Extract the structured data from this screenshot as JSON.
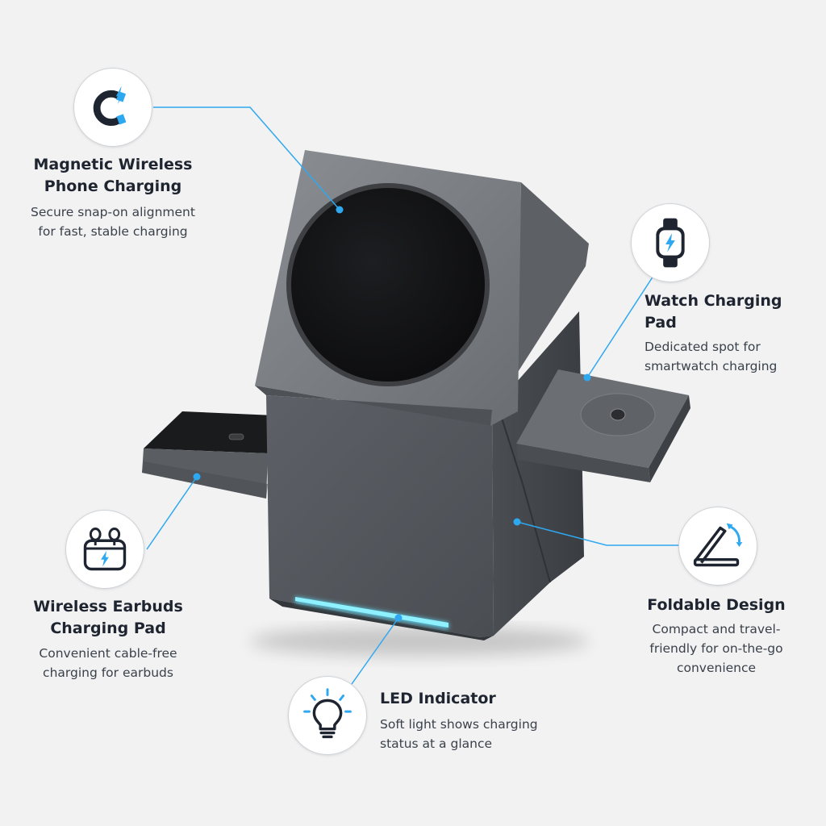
{
  "colors": {
    "background": "#f2f2f2",
    "accent": "#2ea8f0",
    "led_glow": "#5fe3ff",
    "device_body": "#55595e",
    "charging_pad": "#151618",
    "text_dark": "#1e2530"
  },
  "features": [
    {
      "key": "magnetic",
      "icon": "magnet-bolt-icon",
      "title_lines": [
        "Magnetic Wireless",
        "Phone Charging"
      ],
      "desc_lines": [
        "Secure snap-on alignment",
        "for fast, stable charging"
      ]
    },
    {
      "key": "watch",
      "icon": "smartwatch-bolt-icon",
      "title_lines": [
        "Watch Charging",
        "Pad"
      ],
      "desc_lines": [
        "Dedicated spot for",
        "smartwatch charging"
      ]
    },
    {
      "key": "earbuds",
      "icon": "earbuds-case-bolt-icon",
      "title_lines": [
        "Wireless Earbuds",
        "Charging Pad"
      ],
      "desc_lines": [
        "Convenient cable-free",
        "charging for earbuds"
      ]
    },
    {
      "key": "foldable",
      "icon": "fold-arrow-icon",
      "title_lines": [
        "Foldable Design"
      ],
      "desc_lines": [
        "Compact and travel-",
        "friendly for on-the-go",
        "convenience"
      ]
    },
    {
      "key": "led",
      "icon": "lightbulb-icon",
      "title_lines": [
        "LED Indicator"
      ],
      "desc_lines": [
        "Soft light shows charging",
        "status at a glance"
      ]
    }
  ]
}
